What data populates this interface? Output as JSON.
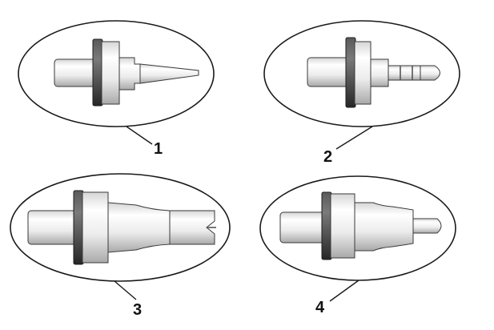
{
  "callouts": [
    {
      "number": "1",
      "part": "tapered-needle-tip"
    },
    {
      "number": "2",
      "part": "grooved-step-tip"
    },
    {
      "number": "3",
      "part": "slotted-fork-tip"
    },
    {
      "number": "4",
      "part": "short-pin-tip"
    }
  ],
  "colors": {
    "outline": "#1a1a1a",
    "flange": "#3b3b3b",
    "body_light": "#ffffff",
    "body_shade": "#b5b5b5",
    "label": "#111111"
  }
}
